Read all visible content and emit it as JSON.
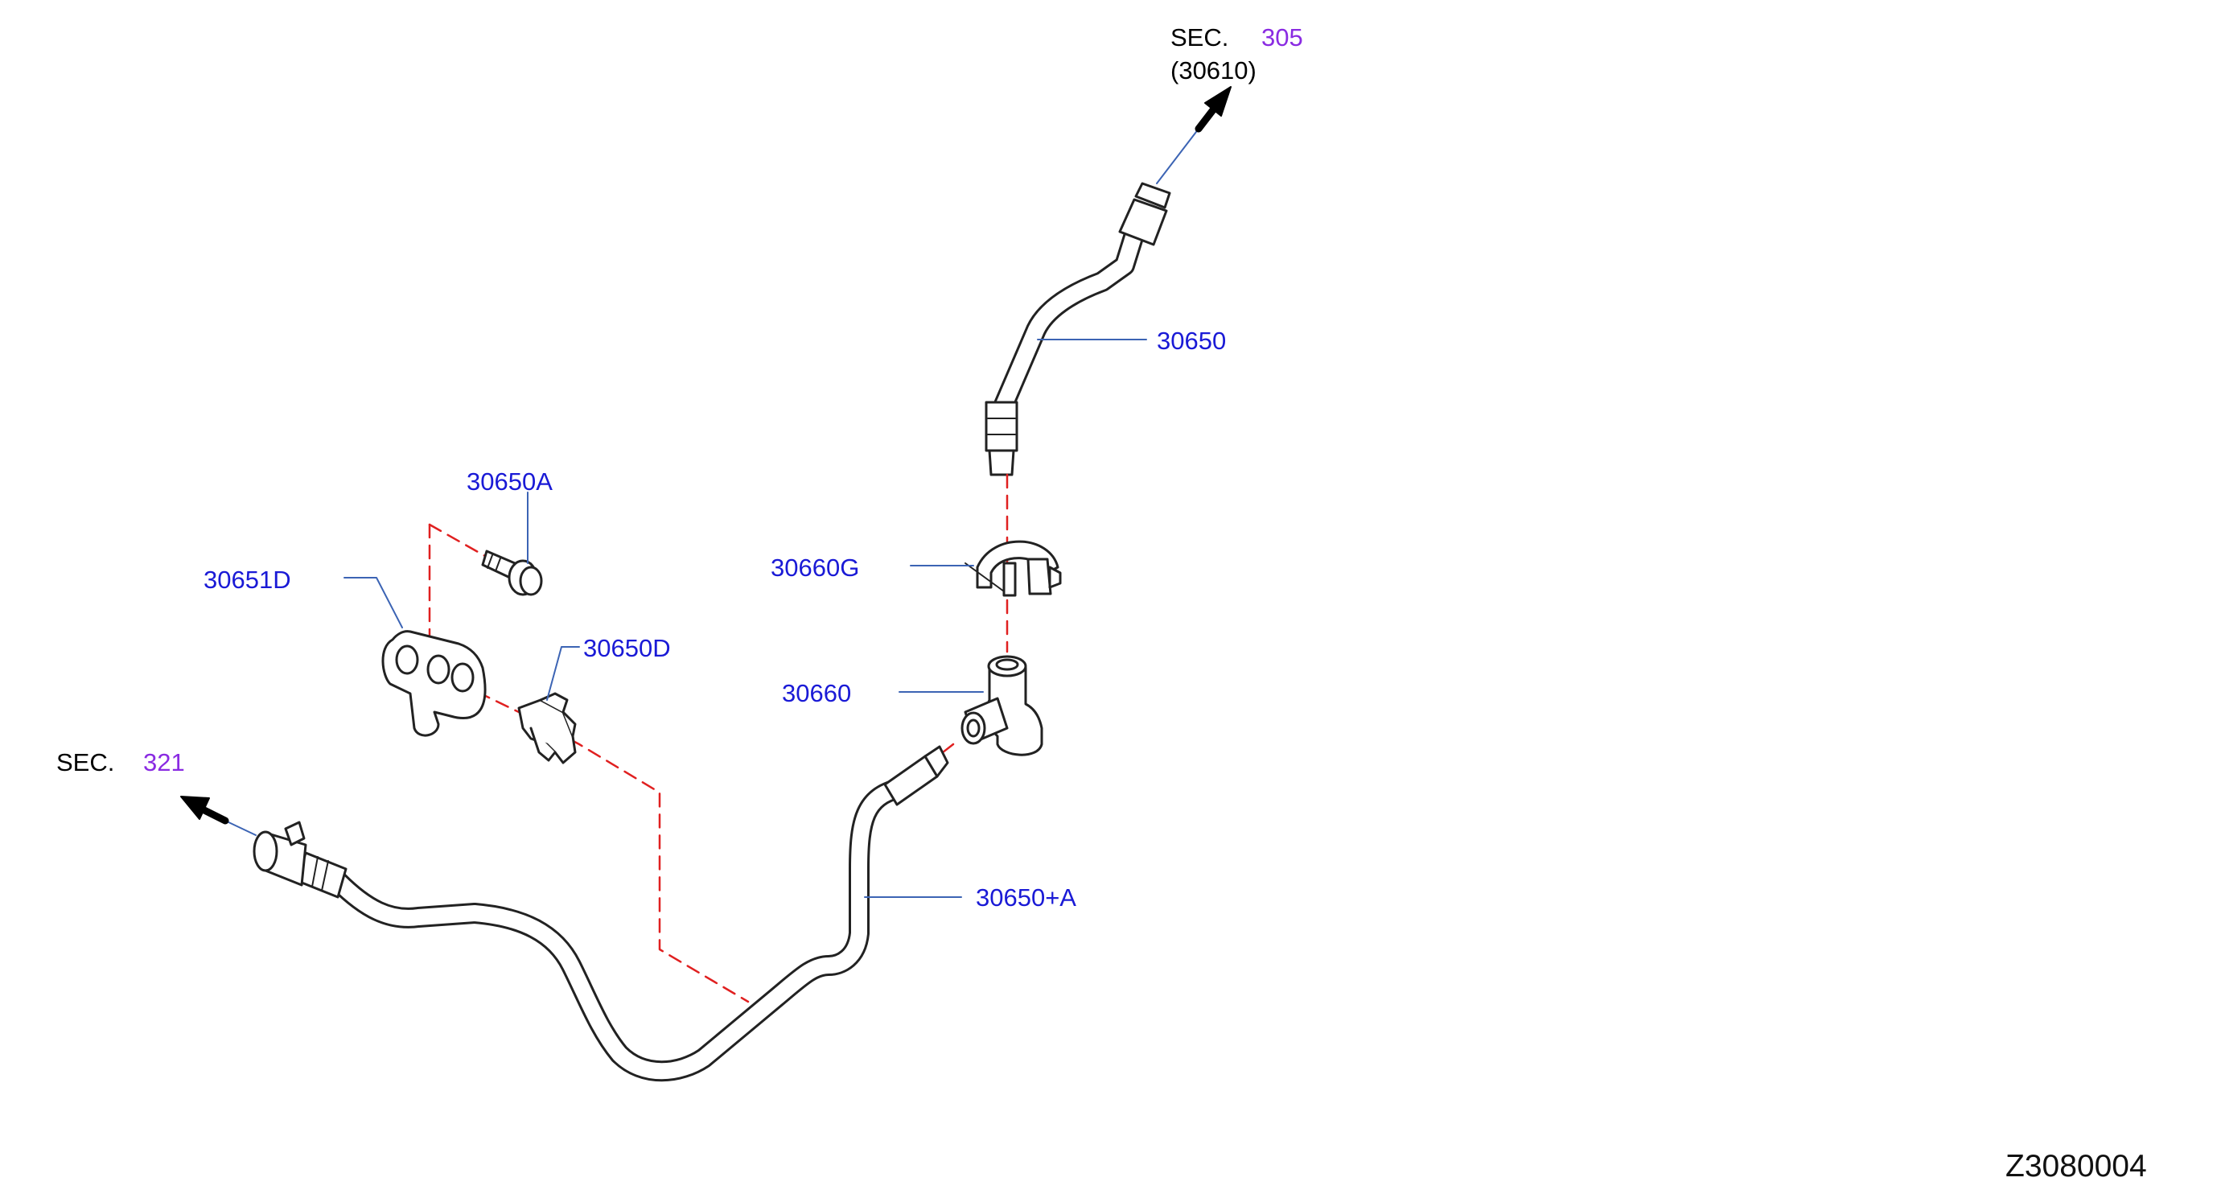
{
  "section_refs": [
    {
      "prefix": "SEC.",
      "number": "305",
      "sub": "(30610)"
    },
    {
      "prefix": "SEC.",
      "number": "321"
    }
  ],
  "parts": {
    "hose_upper": "30650",
    "hose_lower": "30650+A",
    "bolt": "30650A",
    "clip": "30650D",
    "bracket": "30651D",
    "clip_g": "30660G",
    "connector": "30660"
  },
  "diagram_code": "Z3080004",
  "colors": {
    "part_label": "#1a1ad6",
    "section_number": "#8a2be2",
    "leader_line": "#3c64b4",
    "dash_line": "#e02020",
    "drawing": "#222222"
  }
}
